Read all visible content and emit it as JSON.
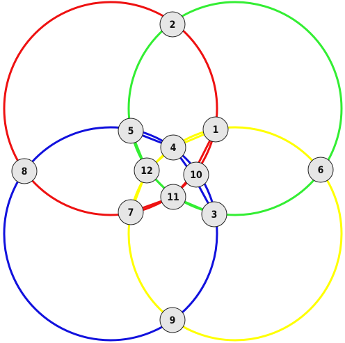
{
  "rings": [
    {
      "id": "red",
      "color": "#ee1111"
    },
    {
      "id": "green",
      "color": "#33ee33"
    },
    {
      "id": "blue",
      "color": "#1111dd"
    },
    {
      "id": "yellow",
      "color": "#ffff00"
    }
  ],
  "nodes": [
    {
      "label": "1"
    },
    {
      "label": "2"
    },
    {
      "label": "3"
    },
    {
      "label": "4"
    },
    {
      "label": "5"
    },
    {
      "label": "6"
    },
    {
      "label": "7"
    },
    {
      "label": "8"
    },
    {
      "label": "9"
    },
    {
      "label": "10"
    },
    {
      "label": "11"
    },
    {
      "label": "12"
    }
  ]
}
